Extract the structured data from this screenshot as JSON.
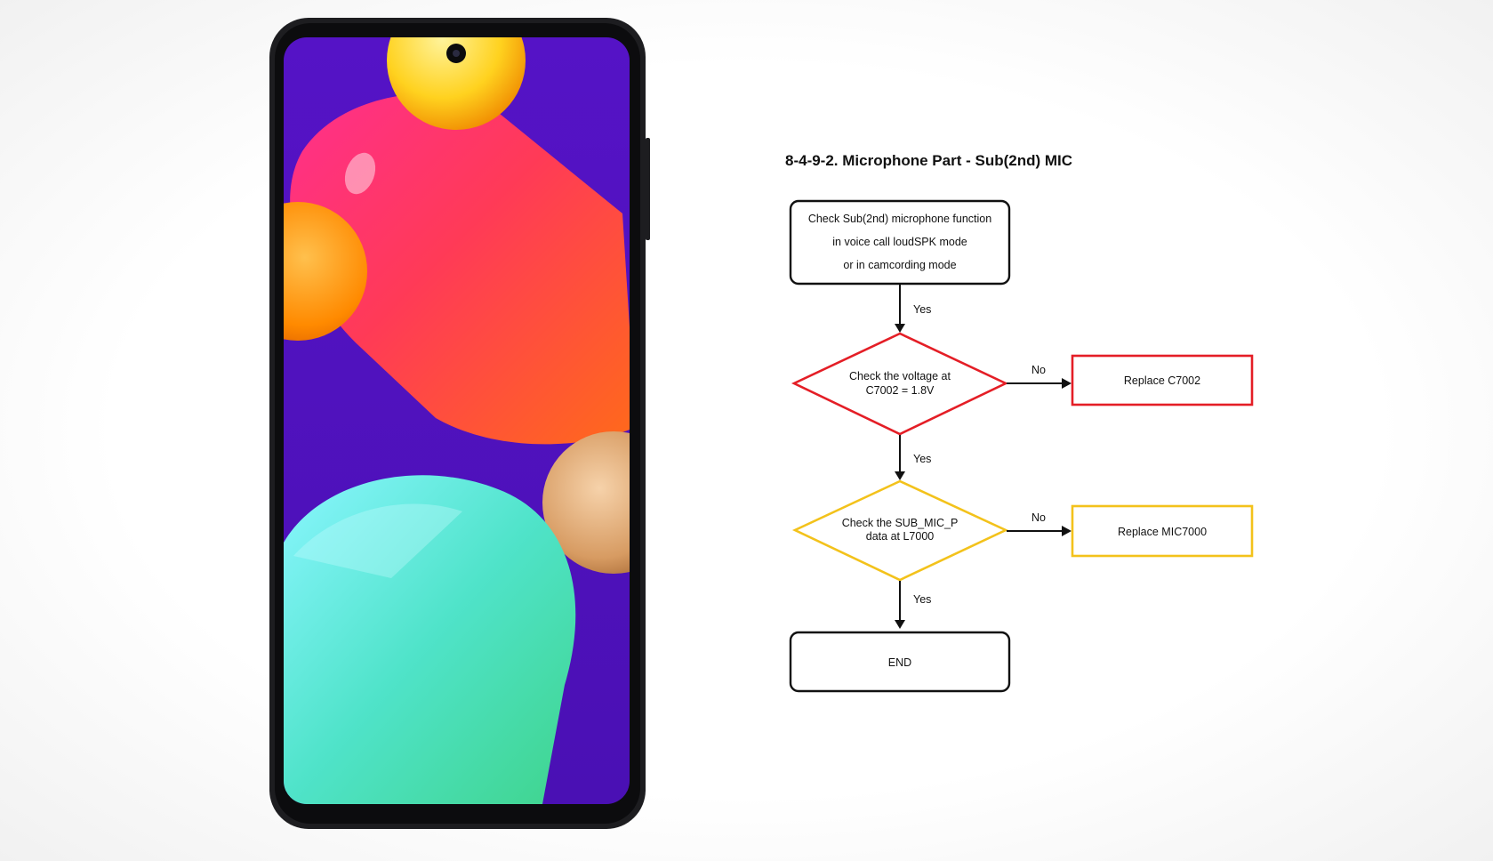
{
  "diagram": {
    "title": "8-4-9-2. Microphone Part - Sub(2nd) MIC",
    "nodes": {
      "start": {
        "lines": [
          "Check Sub(2nd) microphone function",
          "in voice call loudSPK mode",
          "or in camcording mode"
        ]
      },
      "voltage_check": {
        "lines": [
          "Check the voltage at",
          "C7002 = 1.8V"
        ]
      },
      "replace_c7002": {
        "label": "Replace C7002"
      },
      "data_check": {
        "lines": [
          "Check the SUB_MIC_P",
          "data at L7000"
        ]
      },
      "replace_mic7000": {
        "label": "Replace MIC7000"
      },
      "end": {
        "label": "END"
      }
    },
    "edges": {
      "start_to_voltage": "Yes",
      "voltage_to_replace": "No",
      "voltage_to_data": "Yes",
      "data_to_replace": "No",
      "data_to_end": "Yes"
    }
  },
  "colors": {
    "red": "#e41e26",
    "yellow": "#f3c21b",
    "black": "#111111",
    "phone_screen": "#5a14c8"
  },
  "icons": {
    "phone": "smartphone-icon"
  }
}
